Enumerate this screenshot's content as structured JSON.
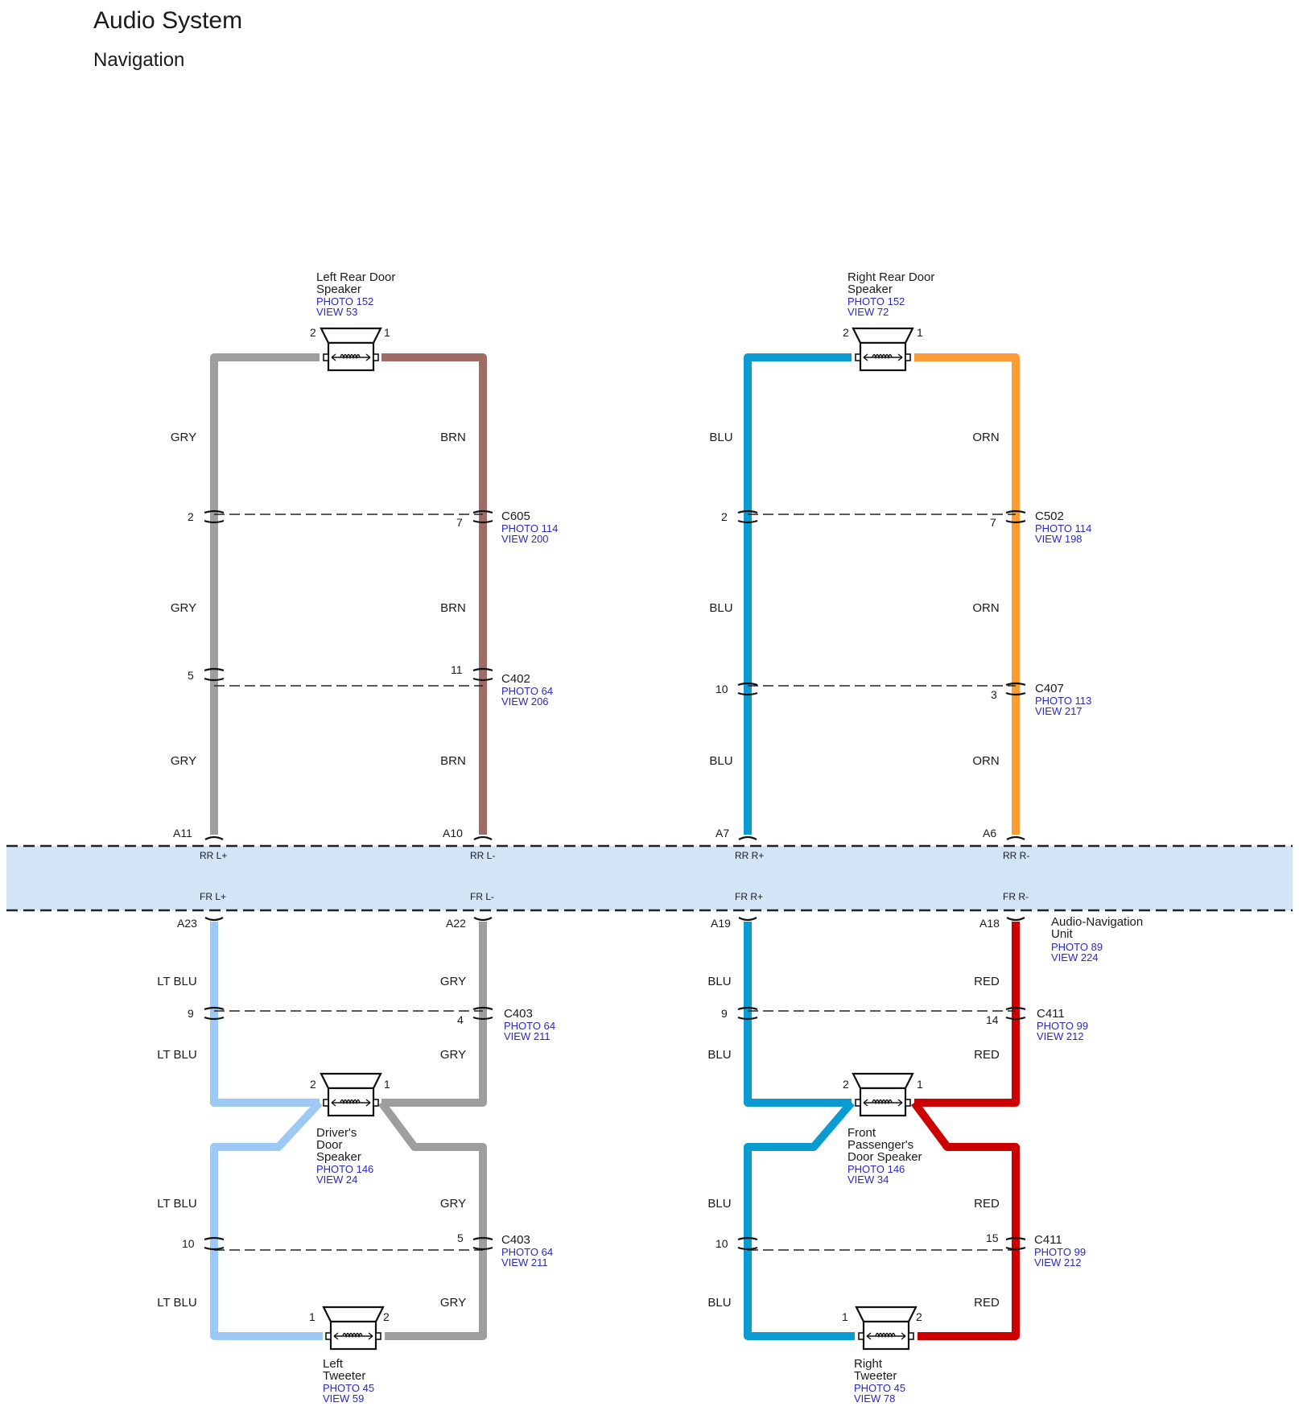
{
  "header": {
    "title": "Audio System",
    "subtitle": "Navigation"
  },
  "colors": {
    "GRY": "#9e9e9e",
    "BRN": "#9e6b66",
    "BLU": "#0a9bd1",
    "ORN": "#f89c33",
    "LT BLU": "#9ec9f5",
    "RED": "#cc0000",
    "unit_band": "#d3e4f6",
    "ref_text": "#2a2ab8"
  },
  "unit": {
    "name": [
      "Audio-Navigation",
      "Unit"
    ],
    "photo": "PHOTO 89",
    "view": "VIEW 224",
    "terminals_top": [
      "RR L+",
      "RR L-",
      "RR R+",
      "RR R-"
    ],
    "terminals_bottom": [
      "FR L+",
      "FR L-",
      "FR R+",
      "FR R-"
    ],
    "pins_top": [
      "A11",
      "A10",
      "A7",
      "A6"
    ],
    "pins_bottom": [
      "A23",
      "A22",
      "A19",
      "A18"
    ]
  },
  "components": {
    "left_rear_speaker": {
      "name": [
        "Left Rear Door",
        "Speaker"
      ],
      "photo": "PHOTO 152",
      "view": "VIEW 53",
      "pin_left": "2",
      "pin_right": "1"
    },
    "right_rear_speaker": {
      "name": [
        "Right Rear Door",
        "Speaker"
      ],
      "photo": "PHOTO 152",
      "view": "VIEW 72",
      "pin_left": "2",
      "pin_right": "1"
    },
    "drivers_speaker": {
      "name": [
        "Driver's",
        "Door",
        "Speaker"
      ],
      "photo": "PHOTO 146",
      "view": "VIEW 24",
      "pin_left": "2",
      "pin_right": "1"
    },
    "front_pass_speaker": {
      "name": [
        "Front",
        "Passenger's",
        "Door Speaker"
      ],
      "photo": "PHOTO 146",
      "view": "VIEW 34",
      "pin_left": "2",
      "pin_right": "1"
    },
    "left_tweeter": {
      "name": [
        "Left",
        "Tweeter"
      ],
      "photo": "PHOTO 45",
      "view": "VIEW 59",
      "pin_left": "1",
      "pin_right": "2"
    },
    "right_tweeter": {
      "name": [
        "Right",
        "Tweeter"
      ],
      "photo": "PHOTO 45",
      "view": "VIEW 78",
      "pin_left": "1",
      "pin_right": "2"
    }
  },
  "connectors": {
    "c605": {
      "name": "C605",
      "photo": "PHOTO 114",
      "view": "VIEW 200",
      "pin_left": "2",
      "pin_right": "7"
    },
    "c402": {
      "name": "C402",
      "photo": "PHOTO 64",
      "view": "VIEW 206",
      "pin_left": "5",
      "pin_right": "11"
    },
    "c502": {
      "name": "C502",
      "photo": "PHOTO 114",
      "view": "VIEW 198",
      "pin_left": "2",
      "pin_right": "7"
    },
    "c407": {
      "name": "C407",
      "photo": "PHOTO 113",
      "view": "VIEW 217",
      "pin_left": "10",
      "pin_right": "3"
    },
    "c403a": {
      "name": "C403",
      "photo": "PHOTO 64",
      "view": "VIEW 211",
      "pin_left": "9",
      "pin_right": "4"
    },
    "c403b": {
      "name": "C403",
      "photo": "PHOTO 64",
      "view": "VIEW 211",
      "pin_left": "10",
      "pin_right": "5"
    },
    "c411a": {
      "name": "C411",
      "photo": "PHOTO 99",
      "view": "VIEW 212",
      "pin_left": "9",
      "pin_right": "14"
    },
    "c411b": {
      "name": "C411",
      "photo": "PHOTO 99",
      "view": "VIEW 212",
      "pin_left": "10",
      "pin_right": "15"
    }
  },
  "wire_labels": {
    "q1": {
      "left": [
        "GRY",
        "GRY",
        "GRY"
      ],
      "right": [
        "BRN",
        "BRN",
        "BRN"
      ]
    },
    "q2": {
      "left": [
        "BLU",
        "BLU",
        "BLU"
      ],
      "right": [
        "ORN",
        "ORN",
        "ORN"
      ]
    },
    "q3": {
      "left": [
        "LT BLU",
        "LT BLU",
        "LT BLU",
        "LT BLU"
      ],
      "right": [
        "GRY",
        "GRY",
        "GRY",
        "GRY"
      ]
    },
    "q4": {
      "left": [
        "BLU",
        "BLU",
        "BLU",
        "BLU"
      ],
      "right": [
        "RED",
        "RED",
        "RED",
        "RED"
      ]
    }
  }
}
